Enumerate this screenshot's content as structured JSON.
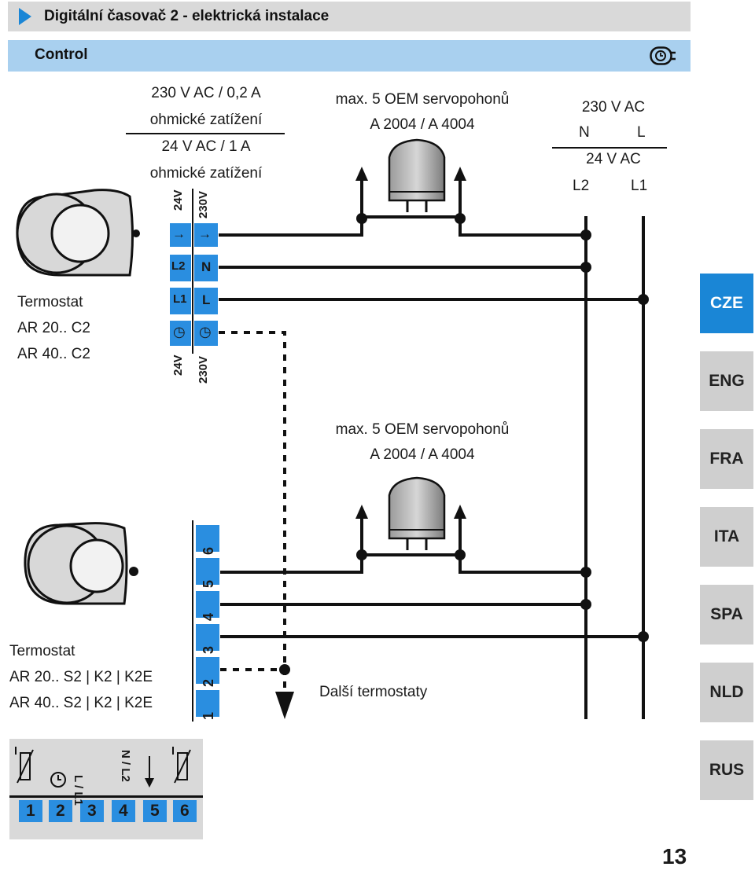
{
  "header": {
    "title": "Digitální časovač 2 - elektrická instalace"
  },
  "subheader": {
    "label": "Control",
    "icon": "clock-plug-icon"
  },
  "top": {
    "load1": "230 V AC / 0,2 A",
    "load1_sub": "ohmické zatížení",
    "load2": "24 V AC / 1 A",
    "load2_sub": "ohmické zatížení",
    "actuators": "max. 5 OEM servopohonů",
    "actuator_models": "A 2004 / A 4004",
    "supply1": "230 V AC",
    "supply1_n": "N",
    "supply1_l": "L",
    "supply2": "24 V AC",
    "supply2_l2": "L2",
    "supply2_l1": "L1",
    "col_24v": "24V",
    "col_230v": "230V",
    "term_24v": [
      "→",
      "L2",
      "L1",
      "◷"
    ],
    "term_230v": [
      "→",
      "N",
      "L",
      "◷"
    ],
    "thermostat": "Termostat",
    "thermostat_m1": "AR 20.. C2",
    "thermostat_m2": "AR 40.. C2"
  },
  "bottom": {
    "actuators": "max. 5 OEM servopohonů",
    "actuator_models": "A 2004 / A 4004",
    "terminals": [
      "6",
      "5",
      "4",
      "3",
      "2",
      "1"
    ],
    "thermostat": "Termostat",
    "thermostat_m1": "AR 20.. S2 | K2 | K2E",
    "thermostat_m2": "AR 40.. S2 | K2 | K2E",
    "next": "Další termostaty"
  },
  "legend": {
    "numbers": [
      "1",
      "2",
      "3",
      "4",
      "5",
      "6"
    ],
    "labels": [
      "L / L1",
      "N / L2"
    ]
  },
  "tabs": [
    {
      "label": "CZE",
      "active": true
    },
    {
      "label": "ENG",
      "active": false
    },
    {
      "label": "FRA",
      "active": false
    },
    {
      "label": "ITA",
      "active": false
    },
    {
      "label": "SPA",
      "active": false
    },
    {
      "label": "NLD",
      "active": false
    },
    {
      "label": "RUS",
      "active": false
    }
  ],
  "page_number": "13",
  "colors": {
    "accent": "#1a86d6",
    "header_gray": "#d9d9d9",
    "sub_blue": "#a9d0ef"
  }
}
